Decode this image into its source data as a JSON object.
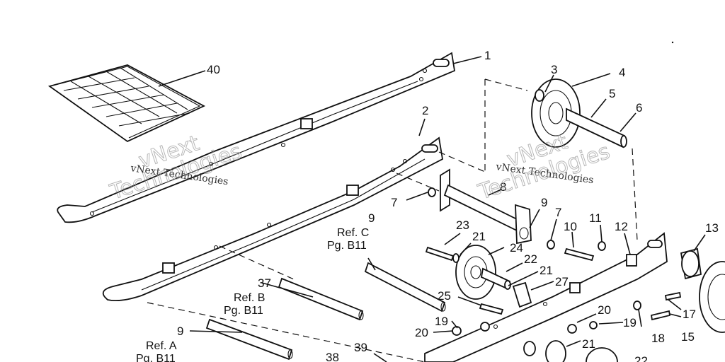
{
  "watermark": {
    "line1": "vNext Technologies",
    "line2": "Technologies",
    "big_prefix": "vNext"
  },
  "callouts": {
    "c1": "1",
    "c2": "2",
    "c3": "3",
    "c4": "4",
    "c5": "5",
    "c6": "6",
    "c7a": "7",
    "c7b": "7",
    "c8": "8",
    "c9a": "9",
    "c9b": "9",
    "c9c": "9",
    "c10": "10",
    "c11": "11",
    "c12": "12",
    "c13": "13",
    "c15": "15",
    "c17": "17",
    "c18": "18",
    "c19a": "19",
    "c19b": "19",
    "c20a": "20",
    "c20b": "20",
    "c21a": "21",
    "c21b": "21",
    "c21c": "21",
    "c22": "22",
    "c23": "23",
    "c24": "24",
    "c25": "25",
    "c27": "27",
    "c37": "37",
    "c38": "38",
    "c39": "39",
    "c40": "40",
    "c22b": "22"
  },
  "references": {
    "ref_c": "Ref. C",
    "ref_c_pg": "Pg. B11",
    "ref_b": "Ref. B",
    "ref_b_pg": "Pg. B11",
    "ref_a": "Ref. A",
    "ref_a_pg": "Pg. B11"
  }
}
